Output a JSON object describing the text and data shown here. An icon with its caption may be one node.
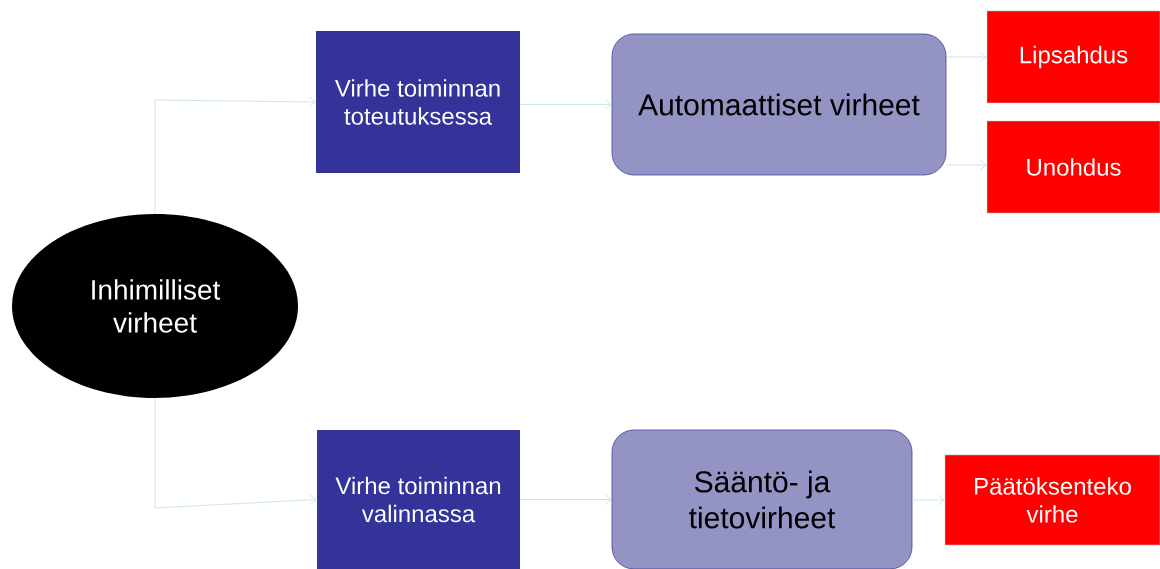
{
  "diagram": {
    "nodes": [
      {
        "text": [
          "Inhimilliset virheet"
        ]
      },
      {
        "text": [
          "Virhe toiminnan toteutuksessa"
        ]
      },
      {
        "text": [
          "Automaattiset virheet"
        ]
      },
      {
        "text": [
          "Lipsahdus"
        ]
      },
      {
        "text": [
          "Unohdus"
        ]
      },
      {
        "text": [
          "Virhe toiminnan valinnassa"
        ]
      },
      {
        "text": [
          "Sääntö- ja tietovirheet"
        ]
      },
      {
        "text": [
          "Päätöksenteko virhe"
        ]
      }
    ],
    "edges": [
      {
        "from": 0,
        "to": 1,
        "arrow": "to"
      },
      {
        "from": 1,
        "to": 2,
        "arrow": "to"
      },
      {
        "from": 2,
        "to": 3,
        "arrow": "to"
      },
      {
        "from": 2,
        "to": 4,
        "arrow": "to"
      },
      {
        "from": 0,
        "to": 5,
        "arrow": "to"
      },
      {
        "from": 5,
        "to": 6,
        "arrow": "to"
      },
      {
        "from": 6,
        "to": 7,
        "arrow": "to"
      }
    ]
  }
}
